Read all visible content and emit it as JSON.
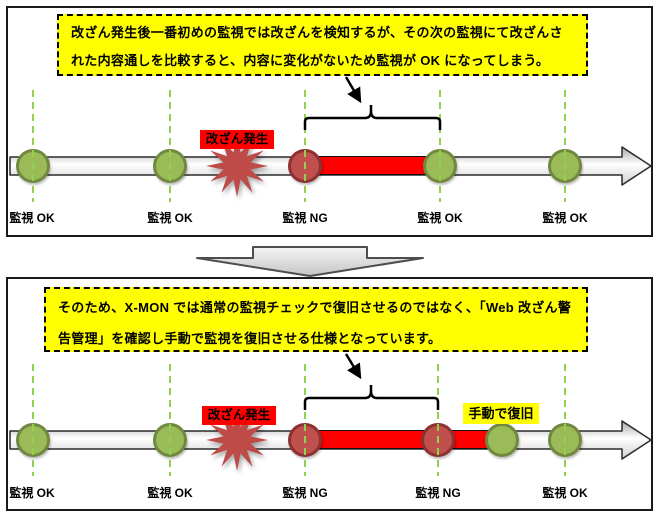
{
  "top_panel": {
    "callout": {
      "line1": "改ざん発生後一番初めの監視では改ざんを検知するが、その次の監視にて改ざんさ",
      "line2": "れた内容通しを比較すると、内容に変化がないため監視が OK になってしまう。"
    },
    "incident_label": "改ざん発生",
    "points": [
      "監視 OK",
      "監視 OK",
      "監視 NG",
      "監視 OK",
      "監視 OK"
    ]
  },
  "bottom_panel": {
    "callout": {
      "line1": "そのため、X-MON では通常の監視チェックで復旧させるのではなく、「Web 改ざん警",
      "line2": "告管理」を確認し手動で監視を復旧させる仕様となっています。"
    },
    "incident_label": "改ざん発生",
    "recovery_label": "手動で復旧",
    "points": [
      "監視 OK",
      "監視 OK",
      "監視 NG",
      "監視 NG",
      "監視 OK"
    ]
  },
  "colors": {
    "ok_fill": "#9BBB59",
    "ok_border": "#71893F",
    "ng_fill": "#C0504D",
    "ng_border": "#8C3230",
    "alert_red": "#FF0000",
    "highlight_yellow": "#FFFF00",
    "guide_dash_green": "#92D050",
    "burst_red": "#BE4B48",
    "timeline_gray": "#D9D9D9"
  },
  "icons": {
    "timeline_arrow": "right-arrow-timeline",
    "transition_arrow": "big-down-arrow",
    "explosion": "explosion-burst",
    "brace": "range-brace",
    "pointer": "annotation-arrow"
  }
}
